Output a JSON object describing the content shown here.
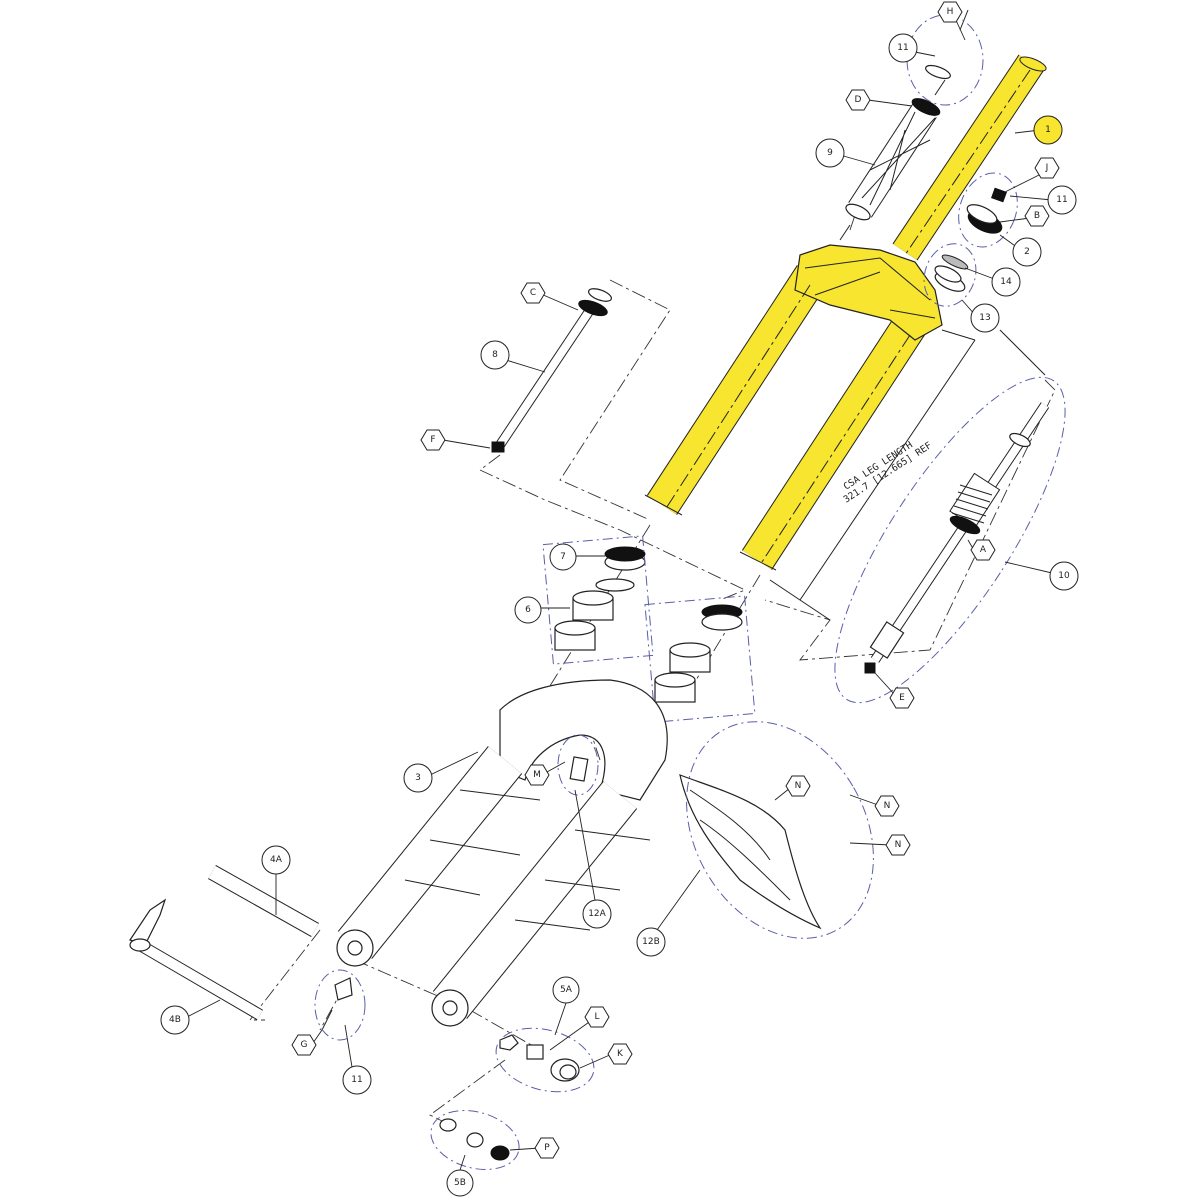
{
  "diagram": {
    "colors": {
      "highlight": "#f7e52f",
      "line": "#222222",
      "group_outline": "#5a5fa8"
    },
    "note": {
      "line1": "CSA LEG LENGTH",
      "line2": "321.7 [12.665] REF"
    },
    "callouts": {
      "h": "H",
      "c11a": "11",
      "d": "D",
      "c1": "1",
      "c9": "9",
      "j": "J",
      "c11b": "11",
      "b": "B",
      "c2": "2",
      "c14": "14",
      "c13": "13",
      "c": "C",
      "c8": "8",
      "f": "F",
      "c10": "10",
      "a": "A",
      "e": "E",
      "c7": "7",
      "c6": "6",
      "c3": "3",
      "m": "M",
      "n1": "N",
      "n2": "N",
      "n3": "N",
      "c12a": "12A",
      "c12b": "12B",
      "c4a": "4A",
      "c4b": "4B",
      "g": "G",
      "c11c": "11",
      "c5a": "5A",
      "l": "L",
      "k": "K",
      "c5b": "5B",
      "p": "P"
    }
  }
}
